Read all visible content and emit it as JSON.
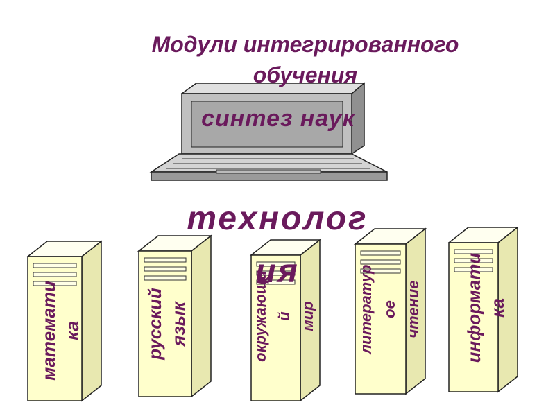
{
  "title_line1": "Модули интегрированного",
  "title_line2": "обучения",
  "laptop_text": "синтез наук",
  "tech_line1": "технолог",
  "tech_line2": "ия",
  "modules": [
    {
      "line1": "математи",
      "line2": "ка"
    },
    {
      "line1": "русский",
      "line2": "язык"
    },
    {
      "line1": "окружающи",
      "line2": "й",
      "line3": "мир"
    },
    {
      "line1": "литератур",
      "line2": "ое",
      "line3": "чтение"
    },
    {
      "line1": "информати",
      "line2": "ка"
    }
  ],
  "colors": {
    "text": "#6a1a5c",
    "tower_fill": "#ffffcc",
    "laptop_fill": "#c0c0c0"
  }
}
